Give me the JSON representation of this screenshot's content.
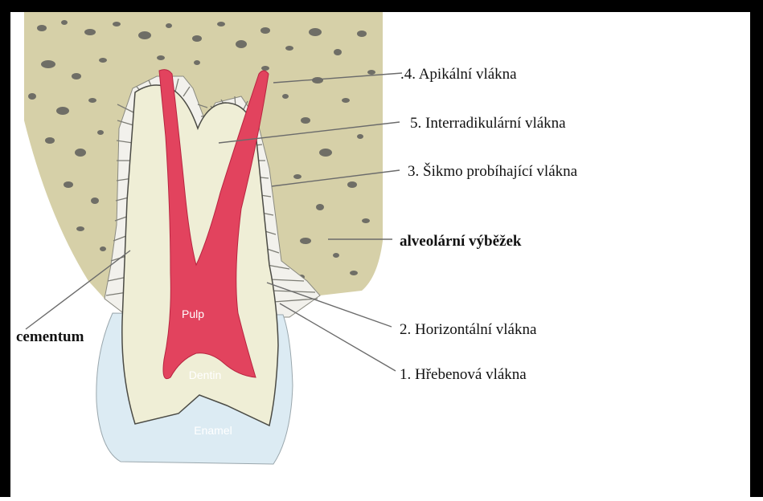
{
  "labels": {
    "apical": ".4. Apikální vlákna",
    "interradicular": "5. Interradikulární vlákna",
    "oblique": "3. Šikmo probíhající vlákna",
    "alveolar": "alveolární výběžek",
    "horizontal": "2. Horizontální vlákna",
    "crest": "1. Hřebenová vlákna",
    "cementum": "cementum"
  },
  "tooth_labels": {
    "pulp": "Pulp",
    "dentin": "Dentin",
    "enamel": "Enamel"
  },
  "colors": {
    "frame": "#000000",
    "bone": "#d6d0a8",
    "bone_hole": "#6f6e66",
    "ligament": "#f2f1ec",
    "dentin": "#efeed6",
    "pulp": "#e2435e",
    "enamel": "#dcebf3",
    "leader": "#6b6b6b"
  }
}
